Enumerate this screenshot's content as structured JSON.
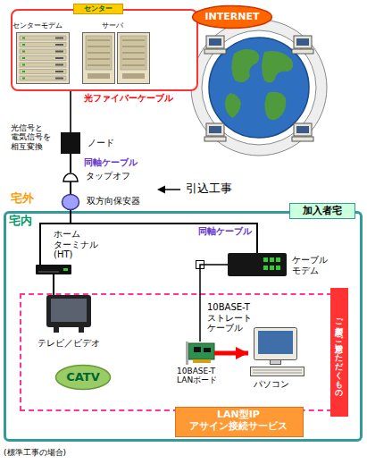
{
  "diagram": {
    "nodes": [
      {
        "text": [
          "センター"
        ]
      },
      {
        "text": [
          "センターモデム"
        ],
        "in": 0
      },
      {
        "text": [
          "サーバ"
        ],
        "in": 0
      },
      {
        "text": [
          "INTERNET"
        ]
      },
      {
        "text": [
          "ノード"
        ]
      },
      {
        "text": [
          "タップオフ"
        ]
      },
      {
        "text": [
          "双方向保安器"
        ]
      },
      {
        "text": [
          "宅内",
          "加入者宅"
        ]
      },
      {
        "text": [
          "ホーム ターミナル (HT)"
        ],
        "in": 7
      },
      {
        "text": [
          "ケーブル モデム"
        ],
        "in": 7
      },
      {
        "text": [
          "ご加入者がご用意いただくもの"
        ],
        "in": 7
      },
      {
        "text": [
          "テレビ／ビデオ"
        ],
        "in": 10
      },
      {
        "text": [
          "CATV"
        ],
        "in": 10
      },
      {
        "text": [
          "10BASE-T LANボード"
        ],
        "in": 10
      },
      {
        "text": [
          "パソコン"
        ],
        "in": 10
      },
      {
        "text": [
          "LAN型IP アサイン接続サービス"
        ],
        "in": 7
      }
    ],
    "edges": [
      {
        "from": 0,
        "to": 4,
        "label": "光ファイバーケーブル",
        "arrow": "none"
      },
      {
        "from": 4,
        "to": 5,
        "label": "同軸ケーブル",
        "arrow": "none"
      },
      {
        "from": 5,
        "to": 6,
        "arrow": "none"
      },
      {
        "from": 6,
        "to": 8,
        "arrow": "none"
      },
      {
        "from": 6,
        "to": 9,
        "label": "同軸ケーブル",
        "arrow": "none"
      },
      {
        "from": 8,
        "to": 11,
        "arrow": "none"
      },
      {
        "from": 9,
        "to": 13,
        "label": "10BASE-T ストレート ケーブル",
        "arrow": "none"
      },
      {
        "from": 13,
        "to": 14,
        "arrow": "to"
      }
    ],
    "labels": [
      "光信号と 電気信号を 相互変換",
      "引込工事",
      "宅外",
      "(標準工事の場合)"
    ]
  }
}
